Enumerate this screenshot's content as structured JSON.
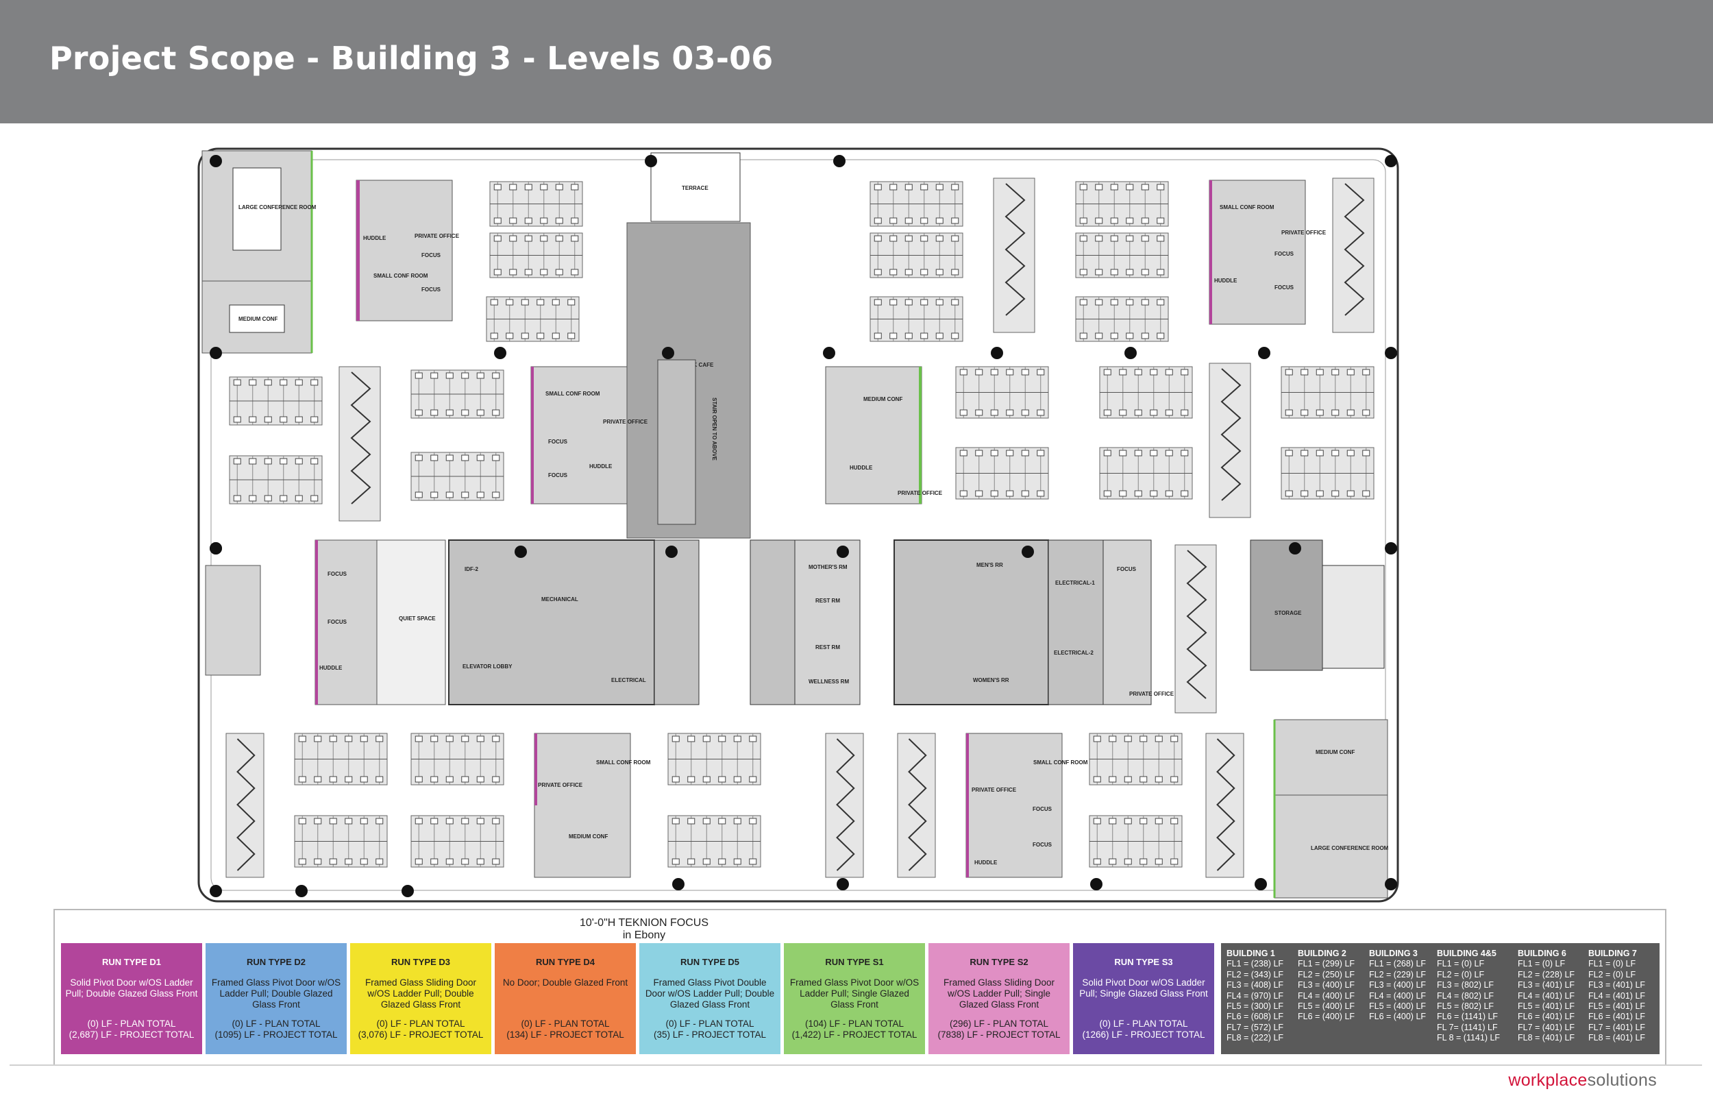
{
  "page": {
    "title": "Project Scope - Building 3 - Levels 03-06"
  },
  "plan": {
    "rooms": {
      "large_conference_tl": "LARGE CONFERENCE ROOM",
      "medium_conf_tl": "MEDIUM CONF",
      "huddle_a": "HUDDLE",
      "private_office_a": "PRIVATE OFFICE",
      "small_conf_a": "SMALL CONF ROOM",
      "focus_a1": "FOCUS",
      "focus_a2": "FOCUS",
      "terrace": "TERRACE",
      "work_cafe": "WORK CAFE",
      "stair_note": "STAIR OPEN TO ABOVE",
      "small_conf_b": "SMALL CONF ROOM",
      "private_office_b": "PRIVATE OFFICE",
      "focus_b1": "FOCUS",
      "focus_b2": "FOCUS",
      "huddle_b": "HUDDLE",
      "medium_conf_c": "MEDIUM CONF",
      "huddle_c": "HUDDLE",
      "private_office_c": "PRIVATE OFFICE",
      "small_conf_tr": "SMALL CONF ROOM",
      "private_office_tr": "PRIVATE OFFICE",
      "focus_tr1": "FOCUS",
      "focus_tr2": "FOCUS",
      "huddle_tr": "HUDDLE",
      "focus_c1": "FOCUS",
      "focus_c2": "FOCUS",
      "huddle_d": "HUDDLE",
      "quiet_space": "QUIET SPACE",
      "idf2": "IDF-2",
      "elevator_lobby": "ELEVATOR LOBBY",
      "mechanical": "MECHANICAL",
      "electrical": "ELECTRICAL",
      "mothers_rm": "MOTHER'S RM",
      "rest_rm1": "REST RM",
      "rest_rm2": "REST RM",
      "wellness_rm": "WELLNESS RM",
      "mens_rr": "MEN'S RR",
      "womens_rr": "WOMEN'S RR",
      "electrical_1": "ELECTRICAL-1",
      "electrical_2": "ELECTRICAL-2",
      "focus_e": "FOCUS",
      "private_office_e": "PRIVATE OFFICE",
      "storage": "STORAGE",
      "private_office_f": "PRIVATE OFFICE",
      "small_conf_f": "SMALL CONF ROOM",
      "medium_conf_f": "MEDIUM CONF",
      "private_office_g": "PRIVATE OFFICE",
      "small_conf_g": "SMALL CONF ROOM",
      "focus_g1": "FOCUS",
      "focus_g2": "FOCUS",
      "huddle_g": "HUDDLE",
      "medium_conf_br": "MEDIUM CONF",
      "large_conference_br": "LARGE CONFERENCE ROOM"
    }
  },
  "legend": {
    "title_line1": "10'-0\"H TEKNION FOCUS",
    "title_line2": "in Ebony",
    "run_types": [
      {
        "name": "RUN TYPE D1",
        "desc": "Solid Pivot Door w/OS Ladder Pull; Double Glazed Glass Front",
        "plan": "(0) LF - PLAN TOTAL",
        "project": "(2,687) LF - PROJECT TOTAL",
        "color": "#b2459b"
      },
      {
        "name": "RUN TYPE D2",
        "desc": "Framed Glass Pivot Door w/OS Ladder Pull; Double Glazed Glass Front",
        "plan": "(0) LF - PLAN TOTAL",
        "project": "(1095) LF - PROJECT TOTAL",
        "color": "#75a8dc"
      },
      {
        "name": "RUN TYPE D3",
        "desc": "Framed Glass Sliding Door w/OS Ladder Pull; Double Glazed Glass Front",
        "plan": "(0) LF - PLAN TOTAL",
        "project": "(3,076) LF - PROJECT TOTAL",
        "color": "#f2e22a"
      },
      {
        "name": "RUN TYPE D4",
        "desc": "No Door; Double Glazed Front",
        "plan": "(0) LF - PLAN TOTAL",
        "project": "(134) LF - PROJECT TOTAL",
        "color": "#ef7f45"
      },
      {
        "name": "RUN TYPE D5",
        "desc": "Framed Glass Pivot Double Door w/OS Ladder Pull; Double Glazed Glass Front",
        "plan": "(0) LF - PLAN TOTAL",
        "project": "(35) LF - PROJECT TOTAL",
        "color": "#8dd2e2"
      },
      {
        "name": "RUN TYPE S1",
        "desc": "Framed Glass Pivot Door w/OS Ladder Pull; Single Glazed Glass Front",
        "plan": "(104) LF - PLAN TOTAL",
        "project": "(1,422) LF - PROJECT TOTAL",
        "color": "#93cf6e"
      },
      {
        "name": "RUN TYPE S2",
        "desc": "Framed Glass Sliding Door w/OS Ladder Pull; Single Glazed Glass Front",
        "plan": "(296) LF - PLAN TOTAL",
        "project": "(7838) LF - PROJECT TOTAL",
        "color": "#e08fc4"
      },
      {
        "name": "RUN TYPE S3",
        "desc": "Solid Pivot Door w/OS Ladder Pull; Single Glazed Glass Front",
        "plan": "(0) LF - PLAN TOTAL",
        "project": "(1266) LF - PROJECT TOTAL",
        "color": "#6b4aa4"
      }
    ],
    "buildings": [
      {
        "name": "BUILDING 1",
        "lines": [
          "FL1 = (238) LF",
          "FL2 = (343) LF",
          "FL3 = (408) LF",
          "FL4 = (970) LF",
          "FL5 = (300) LF",
          "FL6 = (608) LF",
          "FL7 = (572) LF",
          "FL8 = (222) LF"
        ]
      },
      {
        "name": "BUILDING 2",
        "lines": [
          "FL1 = (299) LF",
          "FL2 = (250) LF",
          "FL3 = (400) LF",
          "FL4 = (400) LF",
          "FL5 = (400) LF",
          "FL6 = (400) LF"
        ]
      },
      {
        "name": "BUILDING 3",
        "lines": [
          "FL1 = (268) LF",
          "FL2 = (229) LF",
          "FL3 = (400) LF",
          "FL4 = (400) LF",
          "FL5 = (400) LF",
          "FL6 = (400) LF"
        ]
      },
      {
        "name": "BUILDING 4&5",
        "lines": [
          "FL1 = (0) LF",
          "FL2 = (0) LF",
          "FL3 = (802) LF",
          "FL4 = (802) LF",
          "FL5 = (802) LF",
          "FL6 = (1141) LF",
          "FL 7= (1141) LF",
          "FL 8 = (1141) LF"
        ]
      },
      {
        "name": "BUILDING 6",
        "lines": [
          "FL1 = (0) LF",
          "FL2 = (228) LF",
          "FL3 = (401) LF",
          "FL4 = (401) LF",
          "FL5 = (401) LF",
          "FL6 = (401) LF",
          "FL7 = (401) LF",
          "FL8 = (401) LF"
        ]
      },
      {
        "name": "BUILDING 7",
        "lines": [
          "FL1 = (0) LF",
          "FL2 = (0) LF",
          "FL3 = (401) LF",
          "FL4 = (401) LF",
          "FL5 = (401) LF",
          "FL6 = (401) LF",
          "FL7 = (401) LF",
          "FL8 = (401) LF"
        ]
      }
    ]
  },
  "brand": {
    "part1": "workplace",
    "part2": "solutions"
  }
}
